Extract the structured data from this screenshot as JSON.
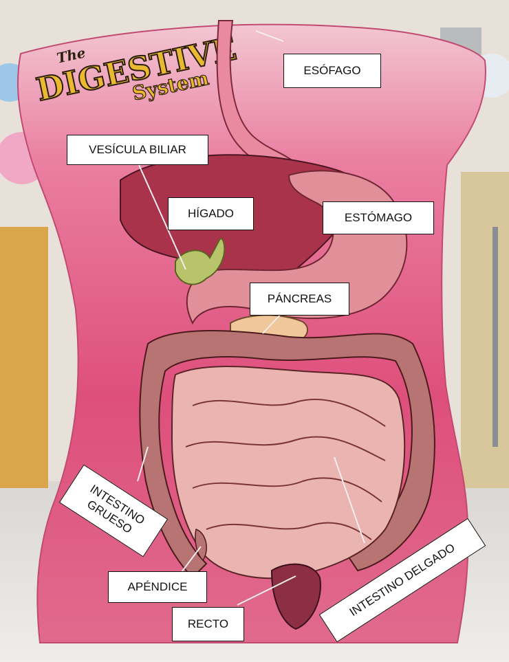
{
  "logo": {
    "top": "The",
    "main": "DIGESTIVE",
    "sub": "System"
  },
  "labels": {
    "esofago": "ESÓFAGO",
    "vesicula": "VESÍCULA BILIAR",
    "higado": "HÍGADO",
    "estomago": "ESTÓMAGO",
    "pancreas": "PÁNCREAS",
    "grueso_1": "INTESTINO",
    "grueso_2": "GRUESO",
    "apendice": "APÉNDICE",
    "recto": "RECTO",
    "delgado": "INTESTINO DELGADO"
  },
  "colors": {
    "inflatable": "#e05a86",
    "background": "#e8e1da",
    "stomach": "#e1909a",
    "liver": "#a8334a",
    "pancreas_tail": "#f0c79a",
    "large_intestine": "#b87373",
    "small_intestine": "#eab4b0",
    "gallbladder": "#b7c46a"
  }
}
